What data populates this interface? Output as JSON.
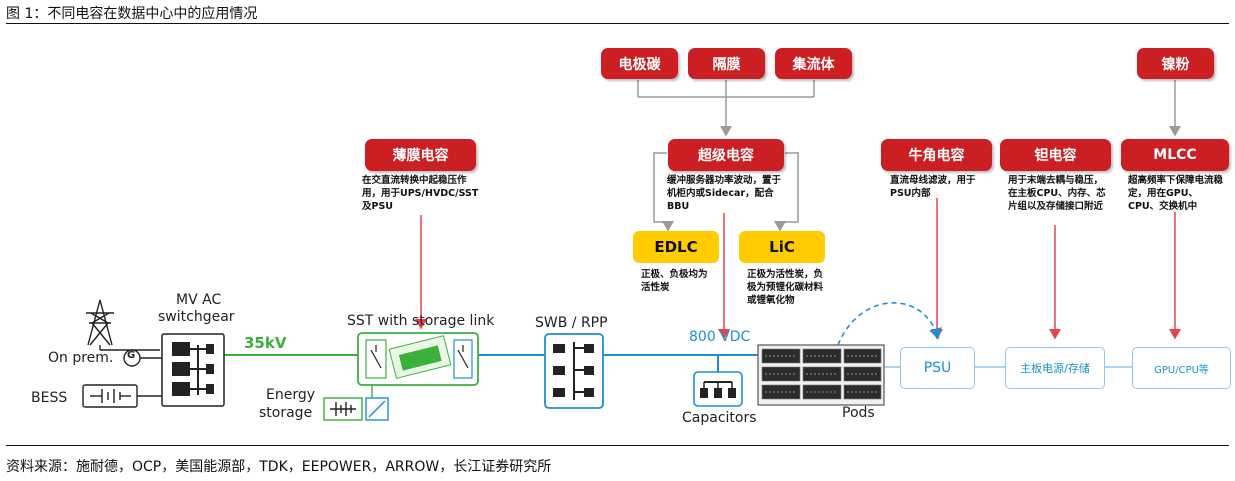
{
  "title": "图  1：不同电容在数据中心中的应用情况",
  "source": "资料来源：施耐德，OCP，美国能源部，TDK，EEPOWER，ARROW，长江证券研究所",
  "materials": {
    "electrode_carbon": "电极碳",
    "separator": "隔膜",
    "current_collector": "集流体",
    "nickel_powder": "镍粉"
  },
  "capacitors": {
    "film": {
      "label": "薄膜电容",
      "note": "在交直流转换中起稳压作用，用于UPS/HVDC/SST及PSU"
    },
    "super": {
      "label": "超级电容",
      "note": "缓冲服务器功率波动，置于机柜内或Sidecar，配合BBU"
    },
    "horn": {
      "label": "牛角电容",
      "note": "直流母线滤波，用于PSU内部"
    },
    "tantalum": {
      "label": "钽电容",
      "note": "用于末端去耦与稳压，在主板CPU、内存、芯片组以及存储接口附近"
    },
    "mlcc": {
      "label": "MLCC",
      "note": "超高频率下保障电流稳定，用在GPU、CPU、交换机中"
    }
  },
  "supercap_types": {
    "edlc": {
      "label": "EDLC",
      "note": "正极、负极均为活性炭"
    },
    "lic": {
      "label": "LiC",
      "note": "正极为活性炭，负极为预锂化碳材料或锂氧化物"
    }
  },
  "power_chain": {
    "mv_ac": "MV AC",
    "switchgear": "switchgear",
    "on_prem": "On prem.",
    "g_symbol": "G",
    "bess": "BESS",
    "voltage_35kv": "35kV",
    "sst": "SST with storage link",
    "energy": "Energy",
    "storage": "storage",
    "swb": "SWB / RPP",
    "vdc_800": "800 VDC",
    "capacitors_lbl": "Capacitors",
    "pods": "Pods",
    "psu": "PSU",
    "mainboard": "主板电源/存储",
    "gpu_cpu": "GPU/CPU等"
  },
  "colors": {
    "red": "#cc1f24",
    "yellow": "#ffcc00",
    "blue": "#1b8fd0",
    "green": "#3ab23a",
    "arrow_red": "#e8434a",
    "gray": "#9a9a9a"
  },
  "icons": [
    "transmission-tower-icon",
    "generator-icon",
    "battery-icon",
    "switchgear-icon",
    "sst-icon",
    "busbar-icon",
    "capacitor-bank-icon",
    "server-rack-icon",
    "dc-dc-icon"
  ]
}
